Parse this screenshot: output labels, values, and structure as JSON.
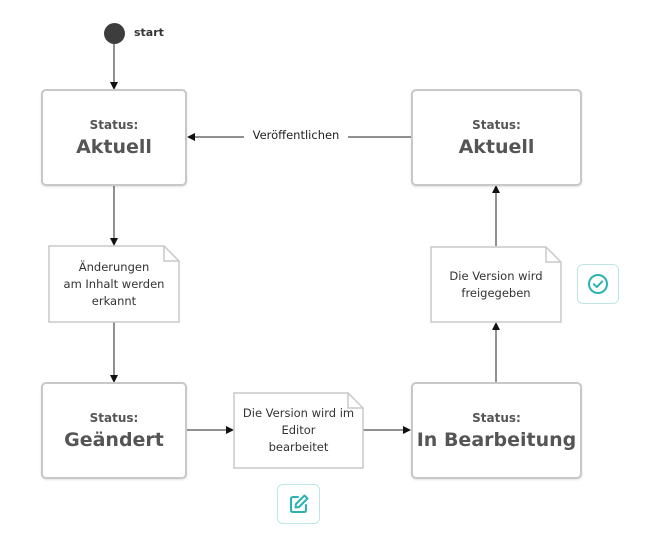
{
  "start": {
    "label": "start"
  },
  "nodes": {
    "aktuell_left": {
      "label": "Status:",
      "value": "Aktuell"
    },
    "aktuell_right": {
      "label": "Status:",
      "value": "Aktuell"
    },
    "geaendert": {
      "label": "Status:",
      "value": "Geändert"
    },
    "in_bearbeitung": {
      "label": "Status:",
      "value": "In Bearbeitung"
    }
  },
  "notes": {
    "changes_detected": [
      "Änderungen",
      "am Inhalt werden",
      "erkannt"
    ],
    "editing": [
      "Die Version wird im",
      "Editor",
      "bearbeitet"
    ],
    "released": [
      "Die Version wird",
      "freigegeben"
    ]
  },
  "edges": {
    "publish": "Veröffentlichen"
  },
  "colors": {
    "accent": "#2bb3b3",
    "box_border": "#c8c8c8",
    "text": "#555555"
  },
  "icons": {
    "editing": "edit-icon",
    "released": "check-circle-icon"
  }
}
